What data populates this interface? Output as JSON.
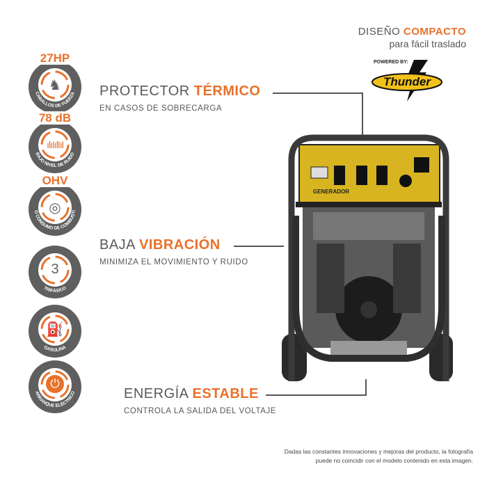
{
  "header": {
    "title_plain": "DISEÑO",
    "title_bold": "COMPACTO",
    "subtitle": "para fácil traslado"
  },
  "brand": {
    "powered_by": "POWERED BY:",
    "name": "Thunder"
  },
  "badges": [
    {
      "top": "27HP",
      "bottom": "CABALLOS DE FUERZA",
      "icon": "horse-icon"
    },
    {
      "top": "78 dB",
      "bottom": "BAJO NIVEL DE RUIDO",
      "icon": "sound-wave-icon"
    },
    {
      "top": "OHV",
      "bottom": "BAJO CONSUMO DE COMBUSTIBLE",
      "icon": "engine-icon"
    },
    {
      "top": "3",
      "bottom": "TRIFÁSICO",
      "icon": "three-phase-icon"
    },
    {
      "top": "",
      "bottom": "GASOLINA",
      "icon": "fuel-pump-icon"
    },
    {
      "top": "",
      "bottom": "ARRANQUE ELÉCTRICO",
      "icon": "power-icon"
    }
  ],
  "features": [
    {
      "plain": "PROTECTOR",
      "bold": "TÉRMICO",
      "sub": "EN CASOS  DE SOBRECARGA"
    },
    {
      "plain": "BAJA",
      "bold": "VIBRACIÓN",
      "sub": "MINIMIZA EL MOVIMIENTO Y RUIDO"
    },
    {
      "plain": "ENERGÍA",
      "bold": "ESTABLE",
      "sub": "CONTROLA LA SALIDA DEL VOLTAJE"
    }
  ],
  "product": {
    "panel_label": "GENERADOR"
  },
  "disclaimer": [
    "Dadas las constantes innovaciones y mejoras del producto, la fotografía",
    "puede no coincidir con el modelo contenido en esta imagen."
  ],
  "colors": {
    "accent": "#e8712a",
    "gray": "#5f5f5f",
    "yellow": "#d8b520"
  }
}
